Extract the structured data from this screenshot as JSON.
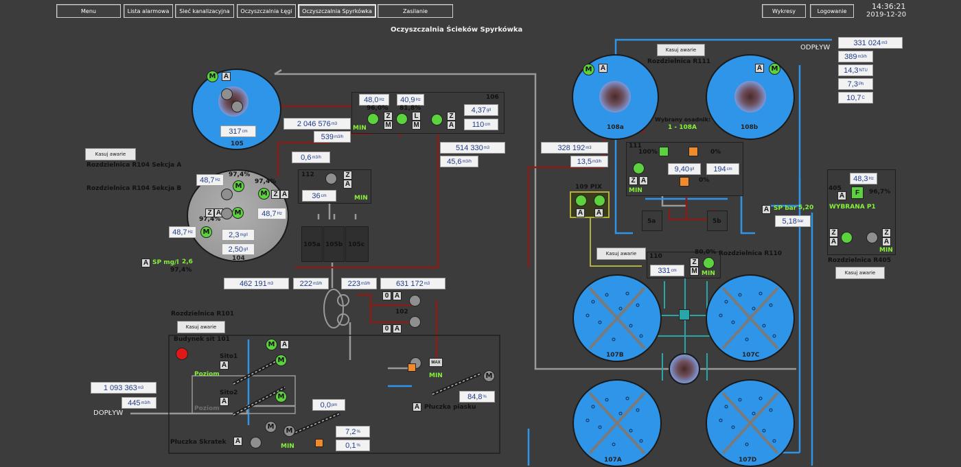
{
  "nav": {
    "menu": "Menu",
    "alarms": "Lista alarmowa",
    "sewer": "Sieć kanalizacyjna",
    "lagi": "Oczyszczalnia Łęgi",
    "spyrkowka": "Oczyszczalnia Spyrkówka",
    "power": "Zasilanie",
    "charts": "Wykresy",
    "login": "Logowanie"
  },
  "clock": {
    "time": "14:36:21",
    "date": "2019-12-20"
  },
  "page_title": "Oczyszczalnia Ścieków Spyrkówka",
  "reset_label": "Kasuj awarie",
  "labels": {
    "r104a": "Rozdzielnica R104 Sekcja A",
    "r104b": "Rozdzielnica R104 Sekcja B",
    "r111": "Rozdzielnica R111",
    "r110": "Rozdzielnica R110",
    "r101": "Rozdzielnica R101",
    "r405": "Rozdzielnica R405",
    "odplyw": "ODPŁYW",
    "doplyw": "DOPŁYW",
    "budynek": "Budynek sit 101",
    "sito1": "Sito1",
    "sito2": "Sito2",
    "poziom": "Poziom",
    "pluczka_skratek": "Płuczka Skratek",
    "pluczka_piasku": "Płuczka piasku",
    "wybrany": "Wybrany osadnik:",
    "wybrany_val": "1 - 108A",
    "wybrana_p1": "WYBRANA P1",
    "sp_bar": "SP bar",
    "sp_bar_val": "5,20",
    "sp_mg": "SP mg/l",
    "sp_mg_val": "2,6",
    "pix": "109 PIX",
    "min": "MIN"
  },
  "units": {
    "m3": "m3",
    "m3h": "m3/h",
    "cm": "cm",
    "hz": "Hz",
    "gl": "g/l",
    "mgl": "mg/l",
    "ntu": "NTU",
    "ph": "Ph",
    "c": "C",
    "bar": "bar",
    "pct": "%",
    "pm": "pm"
  },
  "tanks": {
    "t105": {
      "id": "105",
      "level": "317"
    },
    "t104": {
      "id": "104"
    },
    "t108a": {
      "id": "108a"
    },
    "t108b": {
      "id": "108b"
    },
    "t107a": {
      "id": "107A"
    },
    "t107b": {
      "id": "107B"
    },
    "t107c": {
      "id": "107C"
    },
    "t107d": {
      "id": "107D"
    },
    "c105a": "105a",
    "c105b": "105b",
    "c105c": "105c",
    "c5a": "5a",
    "c5b": "5b"
  },
  "values": {
    "outflow_total": "331 024",
    "outflow_rate": "389",
    "ntu": "14,3",
    "ph": "7,3",
    "temp": "10,7",
    "flow_2046": "2 046 576",
    "flow_539": "539",
    "hz_48_0": "48,0",
    "hz_40_9": "40,9",
    "pct_96": "96,0",
    "pct_81": "81,8",
    "gl_437": "4,37",
    "cm_110": "110",
    "flow_514": "514 330",
    "flow_45_6": "45,6",
    "flow_328": "328 192",
    "flow_13_5": "13,5",
    "p111_pct": "100",
    "p111_pct0": "0",
    "gl_940": "9,40",
    "cm_194": "194",
    "p111_pct0b": "0",
    "flow_06": "0,6",
    "cm_36": "36",
    "hz_487_a": "48,7",
    "hz_487_b": "48,7",
    "hz_487_c": "48,7",
    "pct_974_a": "97,4",
    "pct_974_b": "97,4",
    "pct_974_c": "97,4",
    "pct_974_d": "97,4",
    "mgl_23": "2,3",
    "gl_250": "2,50",
    "flow_462": "462 191",
    "flow_222": "222",
    "flow_223": "223",
    "flow_631": "631 172",
    "num_102": "102",
    "cm_331": "331",
    "pct_800": "80,0",
    "num_110": "110",
    "num_111": "111",
    "num_112": "112",
    "num_106": "106",
    "hz_483": "48,3",
    "pct_967": "96,7",
    "num_405": "405",
    "bar_518": "5,18",
    "flow_1093": "1 093 363",
    "flow_445": "445",
    "pm_00": "0,0",
    "pct_848": "84,8",
    "pct_72": "7,2",
    "pct_01": "0,1",
    "zero_a": "0",
    "zero_b": "0"
  },
  "colors": {
    "background": "#3c3c3c",
    "water": "#2f95e8",
    "pipe_blue": "#2f95e8",
    "pipe_red": "#8a1d17",
    "pipe_gray": "#9a9a9a",
    "pipe_olive": "#b4b040",
    "running": "#5cd33e",
    "stopped": "#8f8f8f",
    "alarm_orange": "#f08a2a",
    "value_text": "#1f3b8a"
  }
}
